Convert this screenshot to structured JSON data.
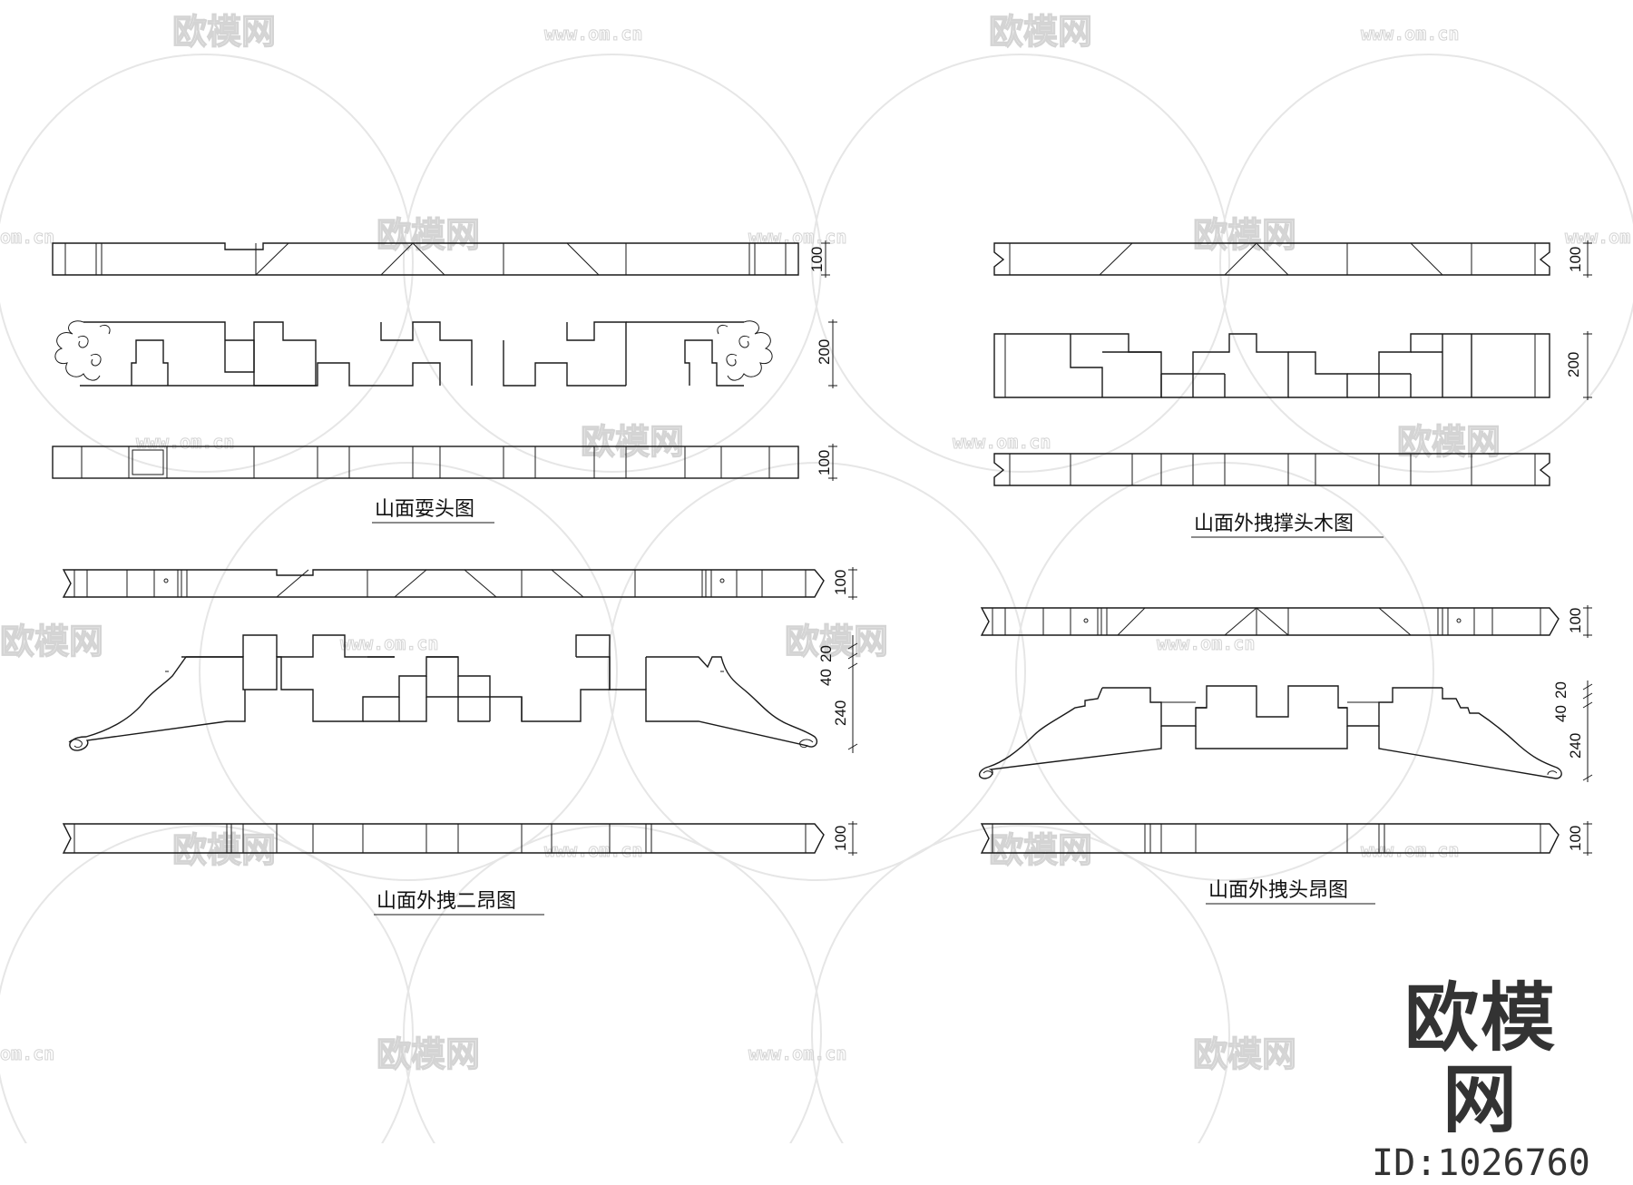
{
  "watermark": {
    "logo_text": "欧模网",
    "url_text": "www.om.cn",
    "url_short": "om.cn"
  },
  "brand": {
    "logo": "欧模网",
    "id_text": "ID:1026760"
  },
  "panels": [
    {
      "title": "山面耍头图",
      "dims": [
        "100",
        "200",
        "100"
      ]
    },
    {
      "title": "山面外拽撑头木图",
      "dims": [
        "100",
        "200"
      ]
    },
    {
      "title": "山面外拽二昂图",
      "dims": [
        "100",
        "20",
        "40",
        "240",
        "100"
      ]
    },
    {
      "title": "山面外拽头昂图",
      "dims": [
        "100",
        "20",
        "40",
        "240",
        "100"
      ]
    }
  ],
  "icons": {
    "cloud_scroll": "cloud-scroll-icon",
    "logo_mark": "sofa-logo-icon"
  }
}
